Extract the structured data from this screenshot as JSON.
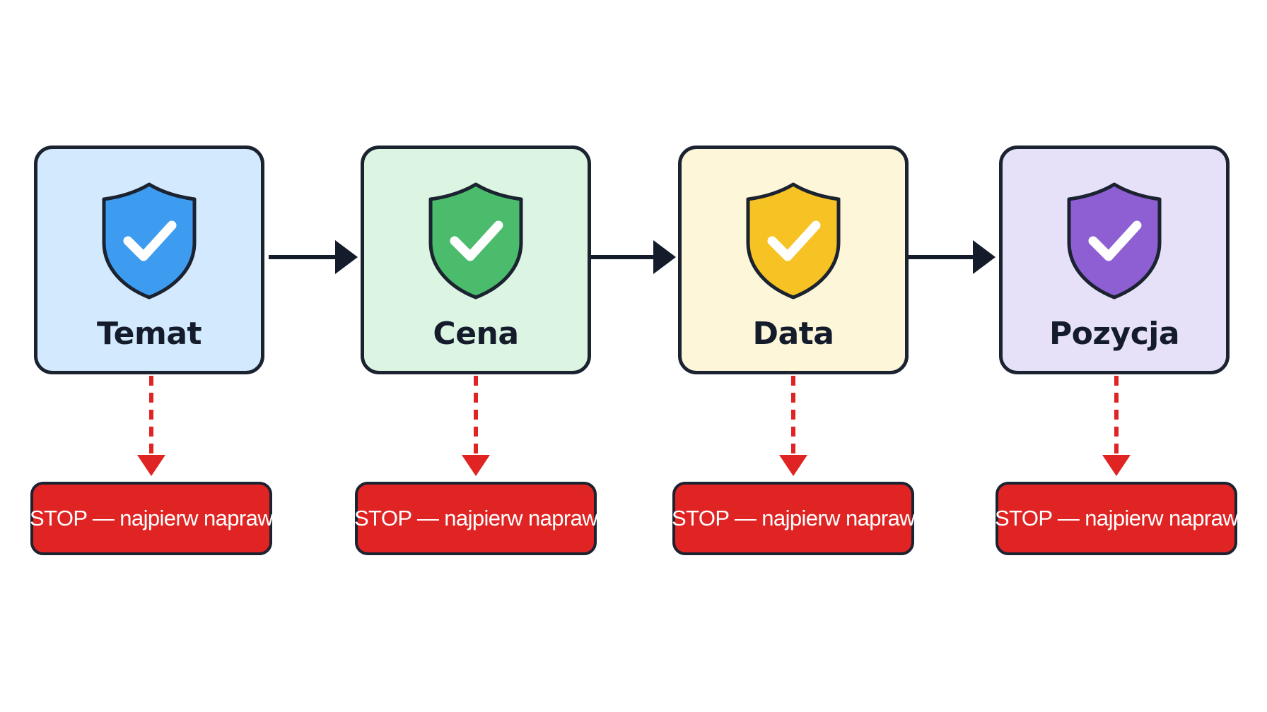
{
  "steps": [
    {
      "label": "Temat",
      "icon": "shield-check-icon",
      "card_color": "#d3e9fd",
      "shield_color": "#3d9cf0",
      "stop_label": "STOP — najpierw napraw"
    },
    {
      "label": "Cena",
      "icon": "shield-check-icon",
      "card_color": "#dcf5e2",
      "shield_color": "#4bbb6c",
      "stop_label": "STOP — najpierw napraw"
    },
    {
      "label": "Data",
      "icon": "shield-check-icon",
      "card_color": "#fdf6d8",
      "shield_color": "#f6c224",
      "stop_label": "STOP — najpierw napraw"
    },
    {
      "label": "Pozycja",
      "icon": "shield-check-icon",
      "card_color": "#e6e1f8",
      "shield_color": "#8d5fd3",
      "stop_label": "STOP — najpierw napraw"
    }
  ],
  "colors": {
    "outline": "#1b2230",
    "flow_arrow": "#141b2b",
    "stop_fill": "#e02424",
    "stop_arrow": "#e02424",
    "text": "#141b2b"
  }
}
